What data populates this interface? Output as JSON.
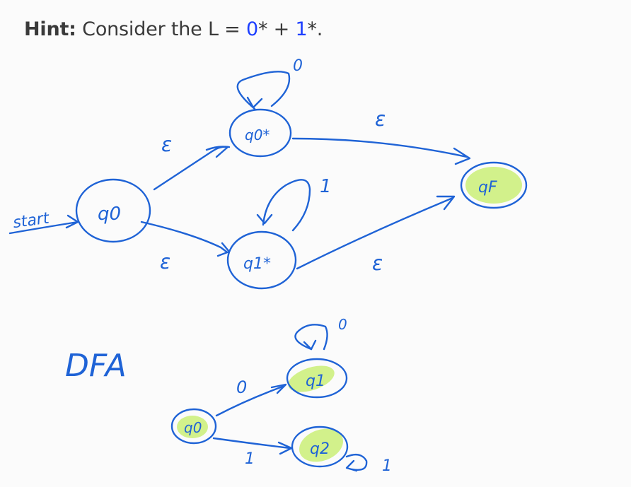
{
  "hint": {
    "label": "Hint:",
    "text_before": "Consider the L = ",
    "zero": "0",
    "star_plus": "* + ",
    "one": "1",
    "tail": "*."
  },
  "nfa": {
    "start_label": "start",
    "states": {
      "q0": "q0",
      "q0star": "q0*",
      "q1star": "q1*",
      "qf": "qF"
    },
    "edge_labels": {
      "q0_to_q0star": "ε",
      "q0_to_q1star": "ε",
      "q0star_to_qf": "ε",
      "q1star_to_qf": "ε",
      "q0star_loop": "0",
      "q1star_loop": "1"
    }
  },
  "dfa": {
    "title": "DFA",
    "states": {
      "q0": "q0",
      "q1": "q1",
      "q2": "q2"
    },
    "edge_labels": {
      "q0_to_q1": "0",
      "q0_to_q2": "1",
      "q1_loop": "0",
      "q2_loop": "1"
    }
  },
  "colors": {
    "ink": "#1f63d6",
    "highlight": "#cdef7e",
    "accent": "#1d3fff",
    "text": "#3a3a3a"
  }
}
